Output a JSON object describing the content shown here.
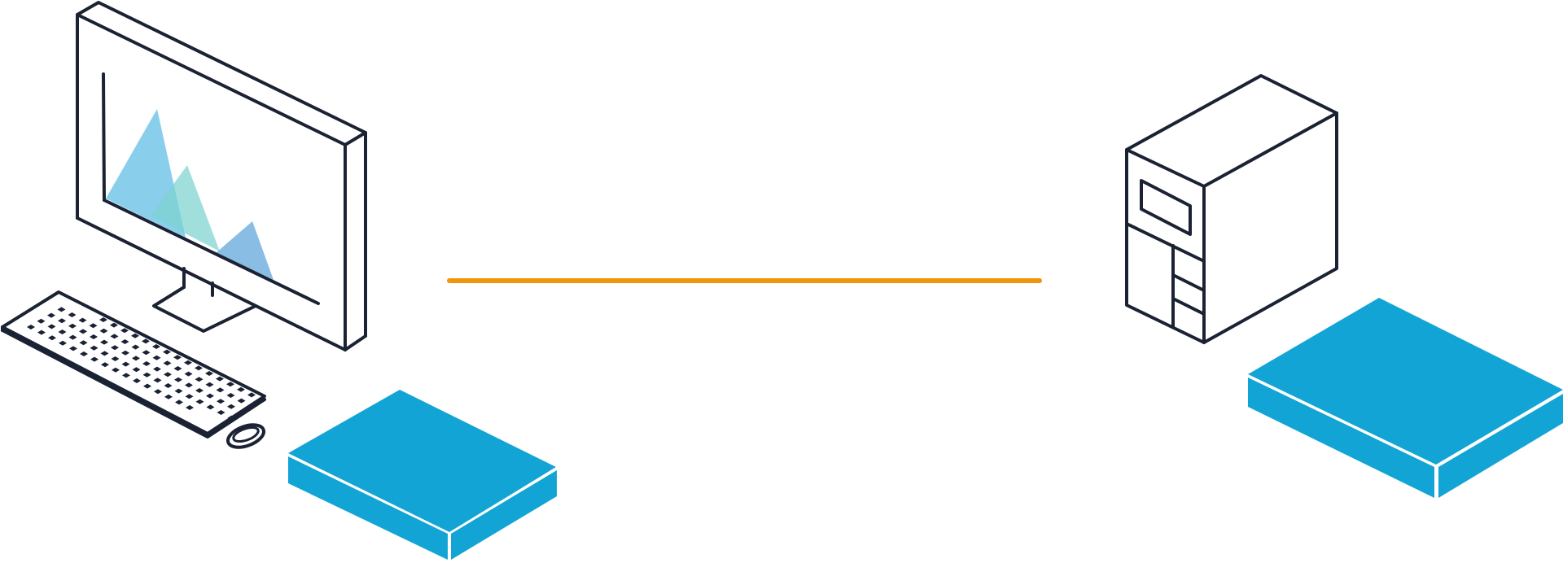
{
  "diagram": {
    "line_color": "#1a2233",
    "accent_color": "#12a4d4",
    "link_color": "#f0960c",
    "chart_colors": [
      "#5bbde4",
      "#7dd3d0",
      "#5ba3d8"
    ],
    "nodes": [
      {
        "id": "workstation",
        "icon": "desktop-computer-icon"
      },
      {
        "id": "keyboard",
        "icon": "keyboard-icon"
      },
      {
        "id": "mouse",
        "icon": "mouse-icon"
      },
      {
        "id": "local-transmitter",
        "icon": "extender-box-icon"
      },
      {
        "id": "server",
        "icon": "tower-server-icon"
      },
      {
        "id": "remote-receiver",
        "icon": "extender-box-icon"
      }
    ],
    "link": {
      "from": "workstation",
      "to": "server",
      "style": "solid"
    }
  }
}
